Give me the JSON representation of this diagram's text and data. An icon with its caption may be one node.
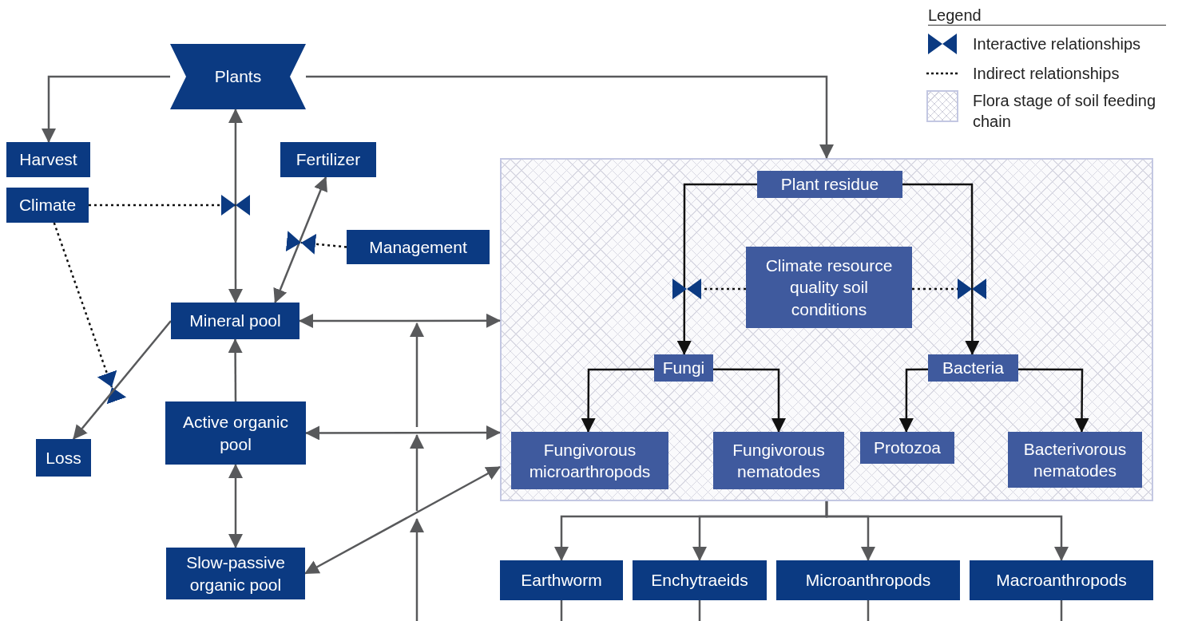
{
  "diagram": {
    "nodes": [
      {
        "text": [
          "Plants"
        ]
      },
      {
        "text": [
          "Harvest"
        ]
      },
      {
        "text": [
          "Climate"
        ]
      },
      {
        "text": [
          "Fertilizer"
        ]
      },
      {
        "text": [
          "Management"
        ]
      },
      {
        "text": [
          "Mineral pool"
        ]
      },
      {
        "text": [
          "Loss"
        ]
      },
      {
        "text": [
          "Active organic pool"
        ]
      },
      {
        "text": [
          "Slow-passive organic pool"
        ]
      },
      {
        "text": [],
        "shape": "box"
      },
      {
        "text": [
          "Plant residue"
        ],
        "in": 9
      },
      {
        "text": [
          "Climate resource quality soil conditions"
        ],
        "in": 9
      },
      {
        "text": [
          "Fungi"
        ],
        "in": 9
      },
      {
        "text": [
          "Bacteria"
        ],
        "in": 9
      },
      {
        "text": [
          "Fungivorous microarthropods"
        ],
        "in": 9
      },
      {
        "text": [
          "Fungivorous nematodes"
        ],
        "in": 9
      },
      {
        "text": [
          "Protozoa"
        ],
        "in": 9
      },
      {
        "text": [
          "Bacterivorous nematodes"
        ],
        "in": 9
      },
      {
        "text": [
          "Earthworm"
        ]
      },
      {
        "text": [
          "Enchytraeids"
        ]
      },
      {
        "text": [
          "Microanthropods"
        ]
      },
      {
        "text": [
          "Macroanthropods"
        ]
      }
    ],
    "edges": [
      {
        "from": 0,
        "to": 1,
        "arrow": "to"
      },
      {
        "from": 0,
        "to": 9,
        "arrow": "to"
      },
      {
        "from": 0,
        "to": 5,
        "arrow": "both"
      },
      {
        "from": 2,
        "to": null,
        "arrow": "to",
        "style": "dashed",
        "color": "#111111"
      },
      {
        "from": 3,
        "to": 5,
        "arrow": "both"
      },
      {
        "from": 4,
        "to": null,
        "arrow": "to",
        "style": "dashed",
        "color": "#111111"
      },
      {
        "from": 2,
        "to": null,
        "arrow": "to",
        "style": "dashed",
        "color": "#111111"
      },
      {
        "from": 5,
        "to": 6,
        "arrow": "to"
      },
      {
        "from": 5,
        "to": 9,
        "arrow": "both"
      },
      {
        "from": 7,
        "to": 5,
        "arrow": "to"
      },
      {
        "from": 7,
        "to": 9,
        "arrow": "both"
      },
      {
        "from": 7,
        "to": 8,
        "arrow": "both"
      },
      {
        "from": 8,
        "to": 9,
        "arrow": "both"
      },
      {
        "from": 10,
        "to": 12,
        "arrow": "to",
        "color": "#111111"
      },
      {
        "from": 10,
        "to": 13,
        "arrow": "to",
        "color": "#111111"
      },
      {
        "from": 11,
        "to": null,
        "arrow": "to",
        "style": "dashed",
        "color": "#111111"
      },
      {
        "from": 11,
        "to": null,
        "arrow": "to",
        "style": "dashed",
        "color": "#111111"
      },
      {
        "from": 12,
        "to": 14,
        "arrow": "to",
        "color": "#111111"
      },
      {
        "from": 12,
        "to": 15,
        "arrow": "to",
        "color": "#111111"
      },
      {
        "from": 13,
        "to": 16,
        "arrow": "to",
        "color": "#111111"
      },
      {
        "from": 13,
        "to": 17,
        "arrow": "to",
        "color": "#111111"
      },
      {
        "from": 9,
        "to": 18,
        "arrow": "to"
      },
      {
        "from": 9,
        "to": 19,
        "arrow": "to"
      },
      {
        "from": 9,
        "to": 20,
        "arrow": "to"
      },
      {
        "from": 9,
        "to": 21,
        "arrow": "to"
      }
    ],
    "labels": [
      "Legend"
    ],
    "legend": [
      {
        "text": "Interactive relationships"
      },
      {
        "text": "Indirect relationships"
      },
      {
        "text": "Flora stage of soil feeding chain"
      }
    ]
  }
}
